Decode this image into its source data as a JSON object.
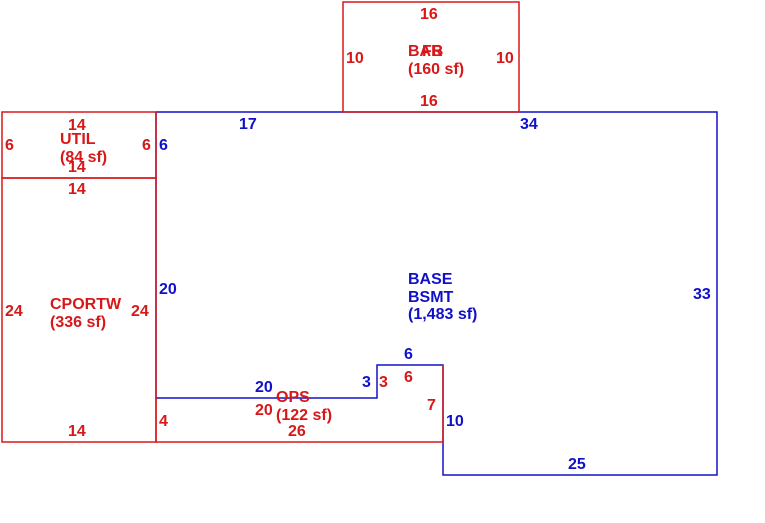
{
  "colors": {
    "base": "#1010c8",
    "addon": "#d81818",
    "background": "#ffffff"
  },
  "areas": {
    "base": {
      "code": "BASE",
      "subcode": "BSMT",
      "area": "(1,483 sf)"
    },
    "barb": {
      "code1": "BAR",
      "code2": "FB",
      "area": "(160 sf)"
    },
    "util": {
      "code": "UTIL",
      "area": "(84 sf)"
    },
    "cportw": {
      "code": "CPORTW",
      "area": "(336 sf)"
    },
    "ops": {
      "code": "OPS",
      "area": "(122 sf)"
    }
  },
  "dimensions": {
    "base": {
      "top_left": "17",
      "top_right": "34",
      "left_upper": "6",
      "left_mid": "20",
      "right": "33",
      "bottom": "25",
      "step_top": "6",
      "step_left": "3",
      "step_right": "10",
      "ledge": "20"
    },
    "barb": {
      "top": "16",
      "bottom": "16",
      "left": "10",
      "right": "10"
    },
    "util": {
      "top": "14",
      "bottom": "14",
      "left": "6",
      "right": "6"
    },
    "cportw": {
      "top": "14",
      "bottom": "14",
      "left": "24",
      "right": "24"
    },
    "ops": {
      "top": "20",
      "bottom": "26",
      "left": "4",
      "right": "7",
      "step": "3",
      "step_top": "6"
    }
  }
}
